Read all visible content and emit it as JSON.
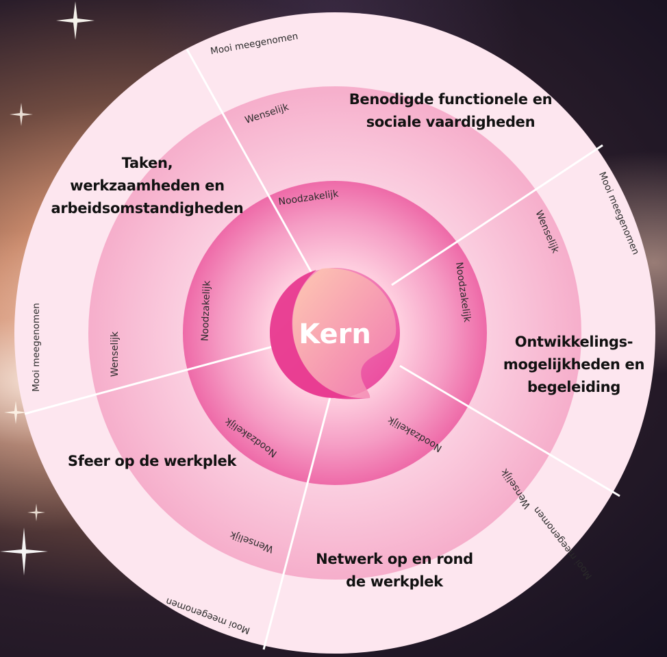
{
  "core": {
    "label": "Kern"
  },
  "ring_labels": {
    "required": "Noodzakelijk",
    "desirable": "Wenselijk",
    "nice_to_have": "Mooi meegenomen"
  },
  "segments": [
    {
      "title_lines": [
        "Benodigde functionele en",
        "sociale vaardigheden"
      ]
    },
    {
      "title_lines": [
        "Ontwikkelings-",
        "mogelijkheden en",
        "begeleiding"
      ]
    },
    {
      "title_lines": [
        "Netwerk op en rond",
        "de werkplek"
      ]
    },
    {
      "title_lines": [
        "Sfeer op de werkplek"
      ]
    },
    {
      "title_lines": [
        "Taken,",
        "werkzaamheden en",
        "arbeidsomstandigheden"
      ]
    }
  ],
  "colors": {
    "outer_ring": "#fde6ef",
    "middle_ring": "#f8b8d2",
    "inner_ring": "#f07cb4",
    "core": "#ee4f9e",
    "divider": "#ffffff"
  }
}
